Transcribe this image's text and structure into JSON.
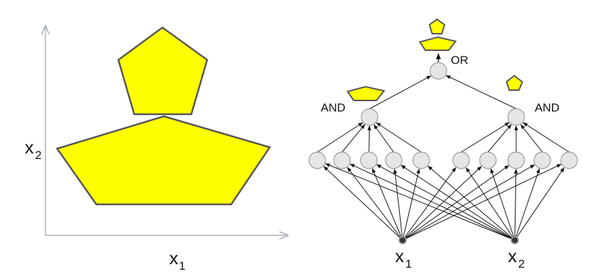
{
  "left_panel": {
    "x_axis_label": "x",
    "x_axis_subscript": "1",
    "y_axis_label": "x",
    "y_axis_subscript": "2"
  },
  "right_panel": {
    "or_label": "OR",
    "and_left_label": "AND",
    "and_right_label": "AND",
    "input_left_label": "x",
    "input_left_subscript": "1",
    "input_right_label": "x",
    "input_right_subscript": "2"
  },
  "colors": {
    "shape_fill": "#ffff00",
    "shape_stroke": "#555555",
    "node_fill": "#e6e6e6",
    "node_stroke": "#9a9a9a",
    "axis": "#aab0b8",
    "edge": "#111111"
  }
}
